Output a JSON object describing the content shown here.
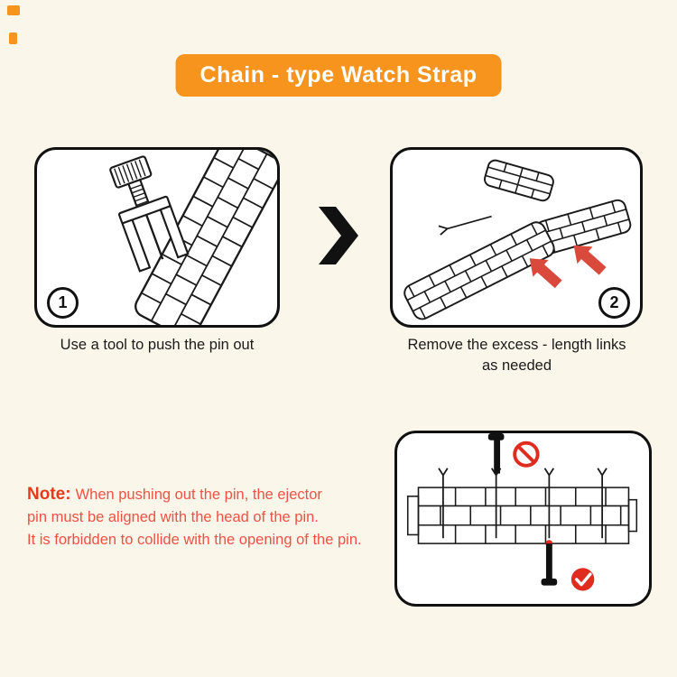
{
  "banner": {
    "label": "Chain - type Watch Strap"
  },
  "steps": [
    {
      "number": "1",
      "caption": "Use a tool to push the pin out"
    },
    {
      "number": "2",
      "caption_lines": [
        "Remove the excess - length links",
        "as needed"
      ]
    }
  ],
  "note": {
    "label": "Note:",
    "lines": [
      "When pushing out the pin, the ejector",
      "pin must be aligned with the head of the pin.",
      "It is forbidden to collide with the opening of the pin."
    ]
  },
  "colors": {
    "background": "#fbf6ea",
    "banner_bg": "#f7941e",
    "banner_text": "#ffffff",
    "line_black": "#1a1a1a",
    "note_label": "#e63a1e",
    "note_text": "#ef5244",
    "arrow_red": "#d9493c",
    "symbol_red": "#e02b1f"
  },
  "icons": {
    "chevron": "right-chevron-icon",
    "prohibition": "prohibition-icon",
    "check": "check-icon"
  }
}
